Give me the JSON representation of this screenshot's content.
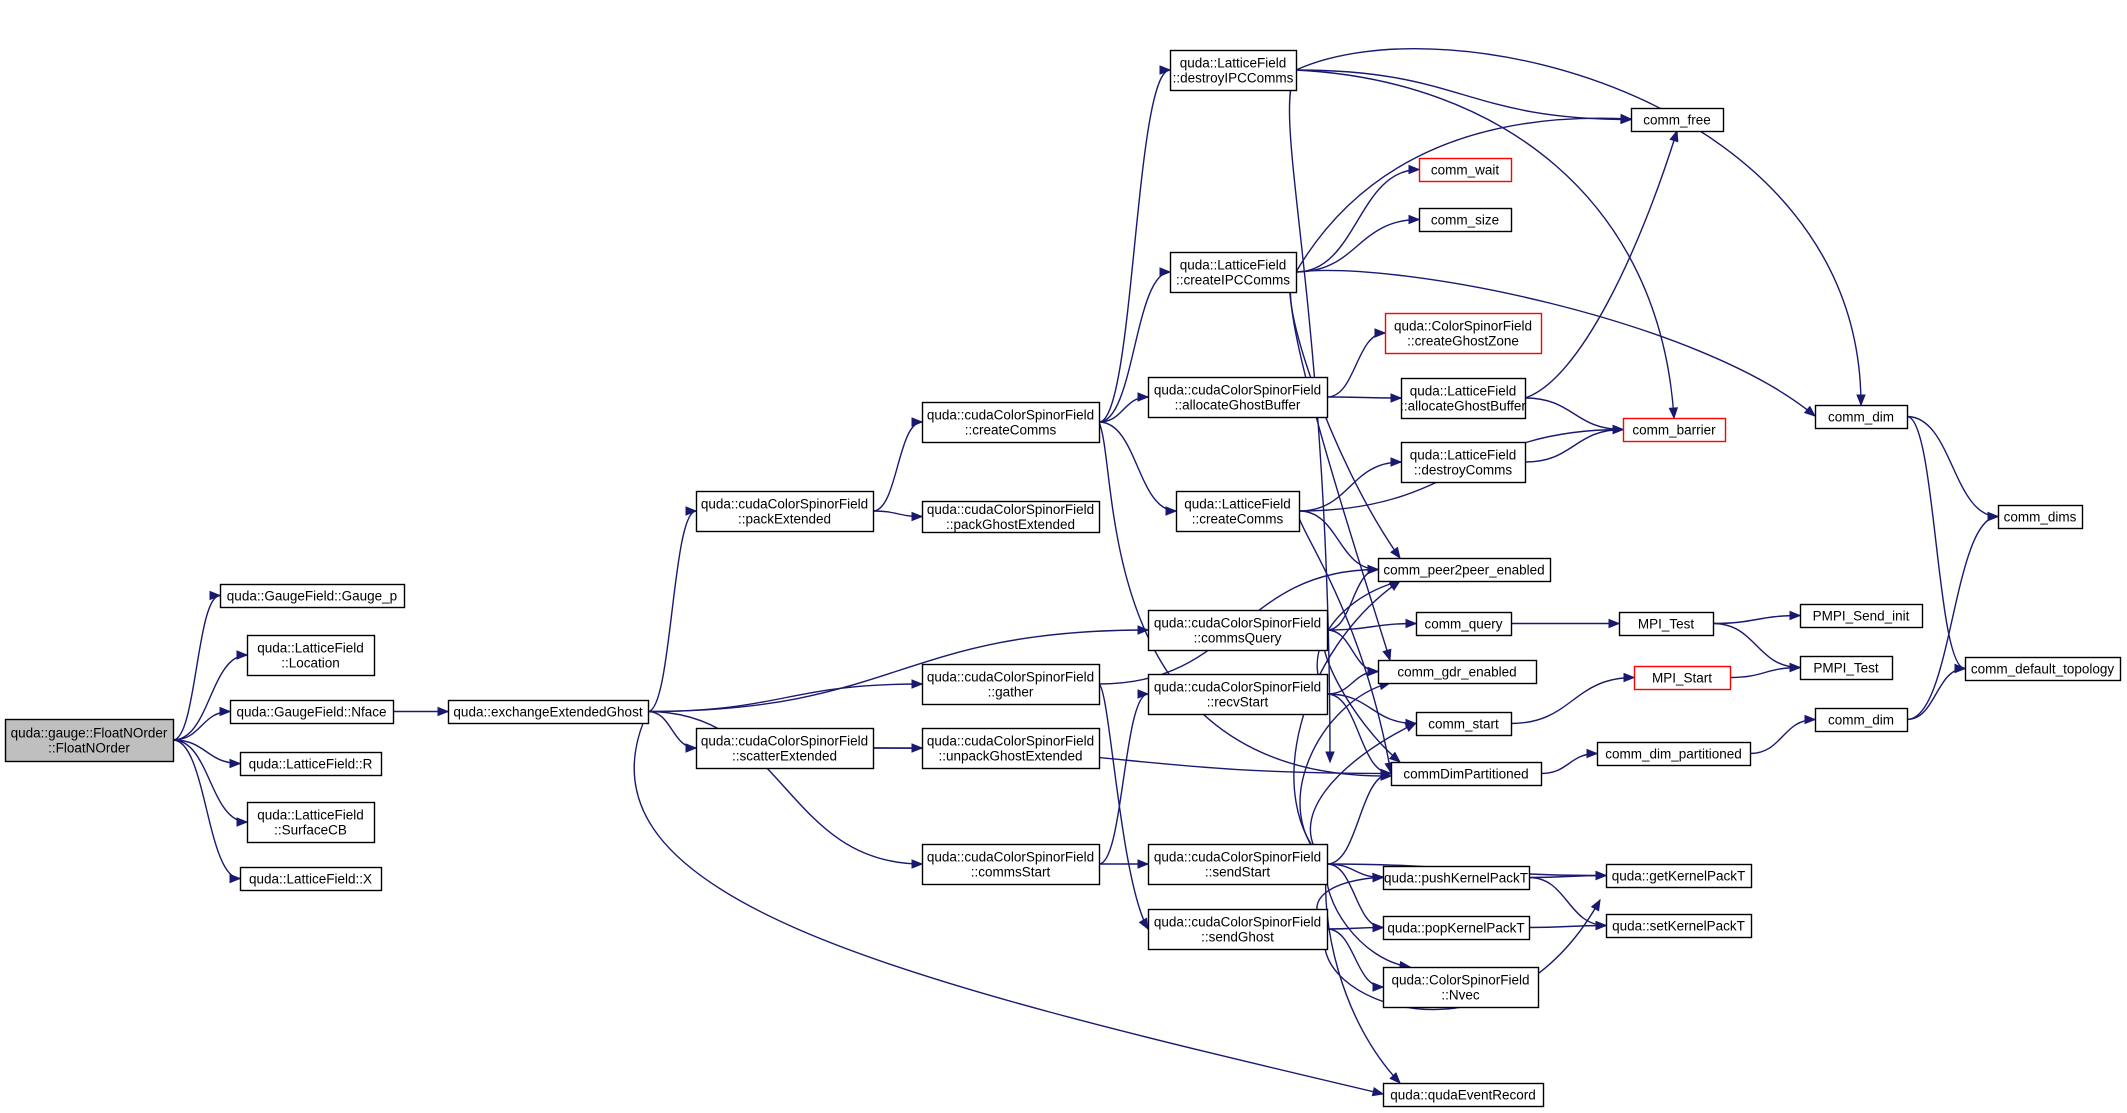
{
  "graph": {
    "colors": {
      "edge": "#191970",
      "node_border": "#000000",
      "truncated_border": "#ff0000",
      "root_fill": "#bfbfbf"
    },
    "nodes": [
      {
        "id": "root",
        "lines": [
          "quda::gauge::FloatNOrder",
          "::FloatNOrder"
        ],
        "root": true
      },
      {
        "id": "gauge_p",
        "lines": [
          "quda::GaugeField::Gauge_p"
        ]
      },
      {
        "id": "location",
        "lines": [
          "quda::LatticeField",
          "::Location"
        ]
      },
      {
        "id": "nface",
        "lines": [
          "quda::GaugeField::Nface"
        ]
      },
      {
        "id": "lf_r",
        "lines": [
          "quda::LatticeField::R"
        ]
      },
      {
        "id": "surfacecb",
        "lines": [
          "quda::LatticeField",
          "::SurfaceCB"
        ]
      },
      {
        "id": "lf_x",
        "lines": [
          "quda::LatticeField::X"
        ]
      },
      {
        "id": "eeg",
        "lines": [
          "quda::exchangeExtendedGhost"
        ]
      },
      {
        "id": "packext",
        "lines": [
          "quda::cudaColorSpinorField",
          "::packExtended"
        ]
      },
      {
        "id": "scatterext",
        "lines": [
          "quda::cudaColorSpinorField",
          "::scatterExtended"
        ]
      },
      {
        "id": "createcomms_c",
        "lines": [
          "quda::cudaColorSpinorField",
          "::createComms"
        ]
      },
      {
        "id": "packghostext",
        "lines": [
          "quda::cudaColorSpinorField",
          "::packGhostExtended"
        ]
      },
      {
        "id": "gather",
        "lines": [
          "quda::cudaColorSpinorField",
          "::gather"
        ]
      },
      {
        "id": "unpackghostext",
        "lines": [
          "quda::cudaColorSpinorField",
          "::unpackGhostExtended"
        ]
      },
      {
        "id": "commsstart",
        "lines": [
          "quda::cudaColorSpinorField",
          "::commsStart"
        ]
      },
      {
        "id": "destroyipc",
        "lines": [
          "quda::LatticeField",
          "::destroyIPCComms"
        ]
      },
      {
        "id": "createipc",
        "lines": [
          "quda::LatticeField",
          "::createIPCComms"
        ]
      },
      {
        "id": "allocghost_c",
        "lines": [
          "quda::cudaColorSpinorField",
          "::allocateGhostBuffer"
        ]
      },
      {
        "id": "createcomms_l",
        "lines": [
          "quda::LatticeField",
          "::createComms"
        ]
      },
      {
        "id": "commsquery",
        "lines": [
          "quda::cudaColorSpinorField",
          "::commsQuery"
        ]
      },
      {
        "id": "recvstart",
        "lines": [
          "quda::cudaColorSpinorField",
          "::recvStart"
        ]
      },
      {
        "id": "sendstart",
        "lines": [
          "quda::cudaColorSpinorField",
          "::sendStart"
        ]
      },
      {
        "id": "sendghost",
        "lines": [
          "quda::cudaColorSpinorField",
          "::sendGhost"
        ]
      },
      {
        "id": "comm_free",
        "lines": [
          "comm_free"
        ]
      },
      {
        "id": "comm_wait",
        "lines": [
          "comm_wait"
        ],
        "truncated": true
      },
      {
        "id": "comm_size",
        "lines": [
          "comm_size"
        ]
      },
      {
        "id": "creategz",
        "lines": [
          "quda::ColorSpinorField",
          "::createGhostZone"
        ],
        "truncated": true
      },
      {
        "id": "allocghost_l",
        "lines": [
          "quda::LatticeField",
          "::allocateGhostBuffer"
        ]
      },
      {
        "id": "destroycomms",
        "lines": [
          "quda::LatticeField",
          "::destroyComms"
        ]
      },
      {
        "id": "comm_barrier",
        "lines": [
          "comm_barrier"
        ],
        "truncated": true
      },
      {
        "id": "p2p",
        "lines": [
          "comm_peer2peer_enabled"
        ]
      },
      {
        "id": "comm_query",
        "lines": [
          "comm_query"
        ]
      },
      {
        "id": "gdr",
        "lines": [
          "comm_gdr_enabled"
        ]
      },
      {
        "id": "comm_start",
        "lines": [
          "comm_start"
        ]
      },
      {
        "id": "cdp",
        "lines": [
          "commDimPartitioned"
        ]
      },
      {
        "id": "pushk",
        "lines": [
          "quda::pushKernelPackT"
        ]
      },
      {
        "id": "popk",
        "lines": [
          "quda::popKernelPackT"
        ]
      },
      {
        "id": "nvec",
        "lines": [
          "quda::ColorSpinorField",
          "::Nvec"
        ]
      },
      {
        "id": "eventrec",
        "lines": [
          "quda::qudaEventRecord"
        ]
      },
      {
        "id": "mpi_test",
        "lines": [
          "MPI_Test"
        ]
      },
      {
        "id": "mpi_start",
        "lines": [
          "MPI_Start"
        ],
        "truncated": true
      },
      {
        "id": "comm_dim_part",
        "lines": [
          "comm_dim_partitioned"
        ]
      },
      {
        "id": "getk",
        "lines": [
          "quda::getKernelPackT"
        ]
      },
      {
        "id": "setk",
        "lines": [
          "quda::setKernelPackT"
        ]
      },
      {
        "id": "comm_dim1",
        "lines": [
          "comm_dim"
        ]
      },
      {
        "id": "pmpi_send_init",
        "lines": [
          "PMPI_Send_init"
        ]
      },
      {
        "id": "pmpi_test",
        "lines": [
          "PMPI_Test"
        ]
      },
      {
        "id": "comm_dim2",
        "lines": [
          "comm_dim"
        ]
      },
      {
        "id": "comm_dims",
        "lines": [
          "comm_dims"
        ]
      },
      {
        "id": "cdt",
        "lines": [
          "comm_default_topology"
        ]
      }
    ],
    "edges": [
      [
        "root",
        "gauge_p"
      ],
      [
        "root",
        "location"
      ],
      [
        "root",
        "nface"
      ],
      [
        "root",
        "lf_r"
      ],
      [
        "root",
        "surfacecb"
      ],
      [
        "root",
        "lf_x"
      ],
      [
        "nface",
        "eeg"
      ],
      [
        "eeg",
        "packext"
      ],
      [
        "eeg",
        "commsquery"
      ],
      [
        "eeg",
        "gather"
      ],
      [
        "eeg",
        "scatterext"
      ],
      [
        "eeg",
        "commsstart"
      ],
      [
        "eeg",
        "eventrec"
      ],
      [
        "packext",
        "createcomms_c"
      ],
      [
        "packext",
        "packghostext"
      ],
      [
        "createcomms_c",
        "destroyipc"
      ],
      [
        "createcomms_c",
        "createipc"
      ],
      [
        "createcomms_c",
        "allocghost_c"
      ],
      [
        "createcomms_c",
        "createcomms_l"
      ],
      [
        "createcomms_c",
        "cdp"
      ],
      [
        "scatterext",
        "unpackghostext"
      ],
      [
        "scatterext",
        "cdp"
      ],
      [
        "gather",
        "p2p"
      ],
      [
        "gather",
        "sendghost"
      ],
      [
        "commsstart",
        "recvstart"
      ],
      [
        "commsstart",
        "sendstart"
      ],
      [
        "destroyipc",
        "comm_free"
      ],
      [
        "destroyipc",
        "comm_dim1"
      ],
      [
        "destroyipc",
        "comm_barrier"
      ],
      [
        "destroyipc",
        "cdp"
      ],
      [
        "createipc",
        "comm_wait"
      ],
      [
        "createipc",
        "comm_size"
      ],
      [
        "createipc",
        "comm_free"
      ],
      [
        "createipc",
        "comm_dim1"
      ],
      [
        "createipc",
        "p2p"
      ],
      [
        "createipc",
        "gdr"
      ],
      [
        "allocghost_c",
        "creategz"
      ],
      [
        "allocghost_c",
        "allocghost_l"
      ],
      [
        "createcomms_l",
        "destroycomms"
      ],
      [
        "createcomms_l",
        "comm_barrier"
      ],
      [
        "createcomms_l",
        "p2p"
      ],
      [
        "createcomms_l",
        "cdp"
      ],
      [
        "allocghost_l",
        "comm_barrier"
      ],
      [
        "allocghost_l",
        "comm_free"
      ],
      [
        "destroycomms",
        "comm_barrier"
      ],
      [
        "commsquery",
        "p2p"
      ],
      [
        "commsquery",
        "comm_query"
      ],
      [
        "commsquery",
        "gdr"
      ],
      [
        "commsquery",
        "cdp"
      ],
      [
        "recvstart",
        "p2p"
      ],
      [
        "recvstart",
        "gdr"
      ],
      [
        "recvstart",
        "comm_start"
      ],
      [
        "recvstart",
        "cdp"
      ],
      [
        "sendstart",
        "p2p"
      ],
      [
        "sendstart",
        "gdr"
      ],
      [
        "sendstart",
        "comm_start"
      ],
      [
        "sendstart",
        "cdp"
      ],
      [
        "sendstart",
        "pushk"
      ],
      [
        "sendstart",
        "getk"
      ],
      [
        "sendstart",
        "popk"
      ],
      [
        "sendstart",
        "nvec"
      ],
      [
        "sendstart",
        "eventrec"
      ],
      [
        "sendghost",
        "pushk"
      ],
      [
        "sendghost",
        "popk"
      ],
      [
        "sendghost",
        "nvec"
      ],
      [
        "sendghost",
        "getk"
      ],
      [
        "comm_query",
        "mpi_test"
      ],
      [
        "comm_start",
        "mpi_start"
      ],
      [
        "cdp",
        "comm_dim_part"
      ],
      [
        "pushk",
        "getk"
      ],
      [
        "pushk",
        "setk"
      ],
      [
        "popk",
        "setk"
      ],
      [
        "mpi_test",
        "pmpi_send_init"
      ],
      [
        "mpi_test",
        "pmpi_test"
      ],
      [
        "mpi_start",
        "pmpi_test"
      ],
      [
        "comm_dim_part",
        "comm_dim2"
      ],
      [
        "comm_dim1",
        "comm_dims"
      ],
      [
        "comm_dim1",
        "cdt"
      ],
      [
        "comm_dim2",
        "comm_dims"
      ],
      [
        "comm_dim2",
        "cdt"
      ]
    ]
  }
}
